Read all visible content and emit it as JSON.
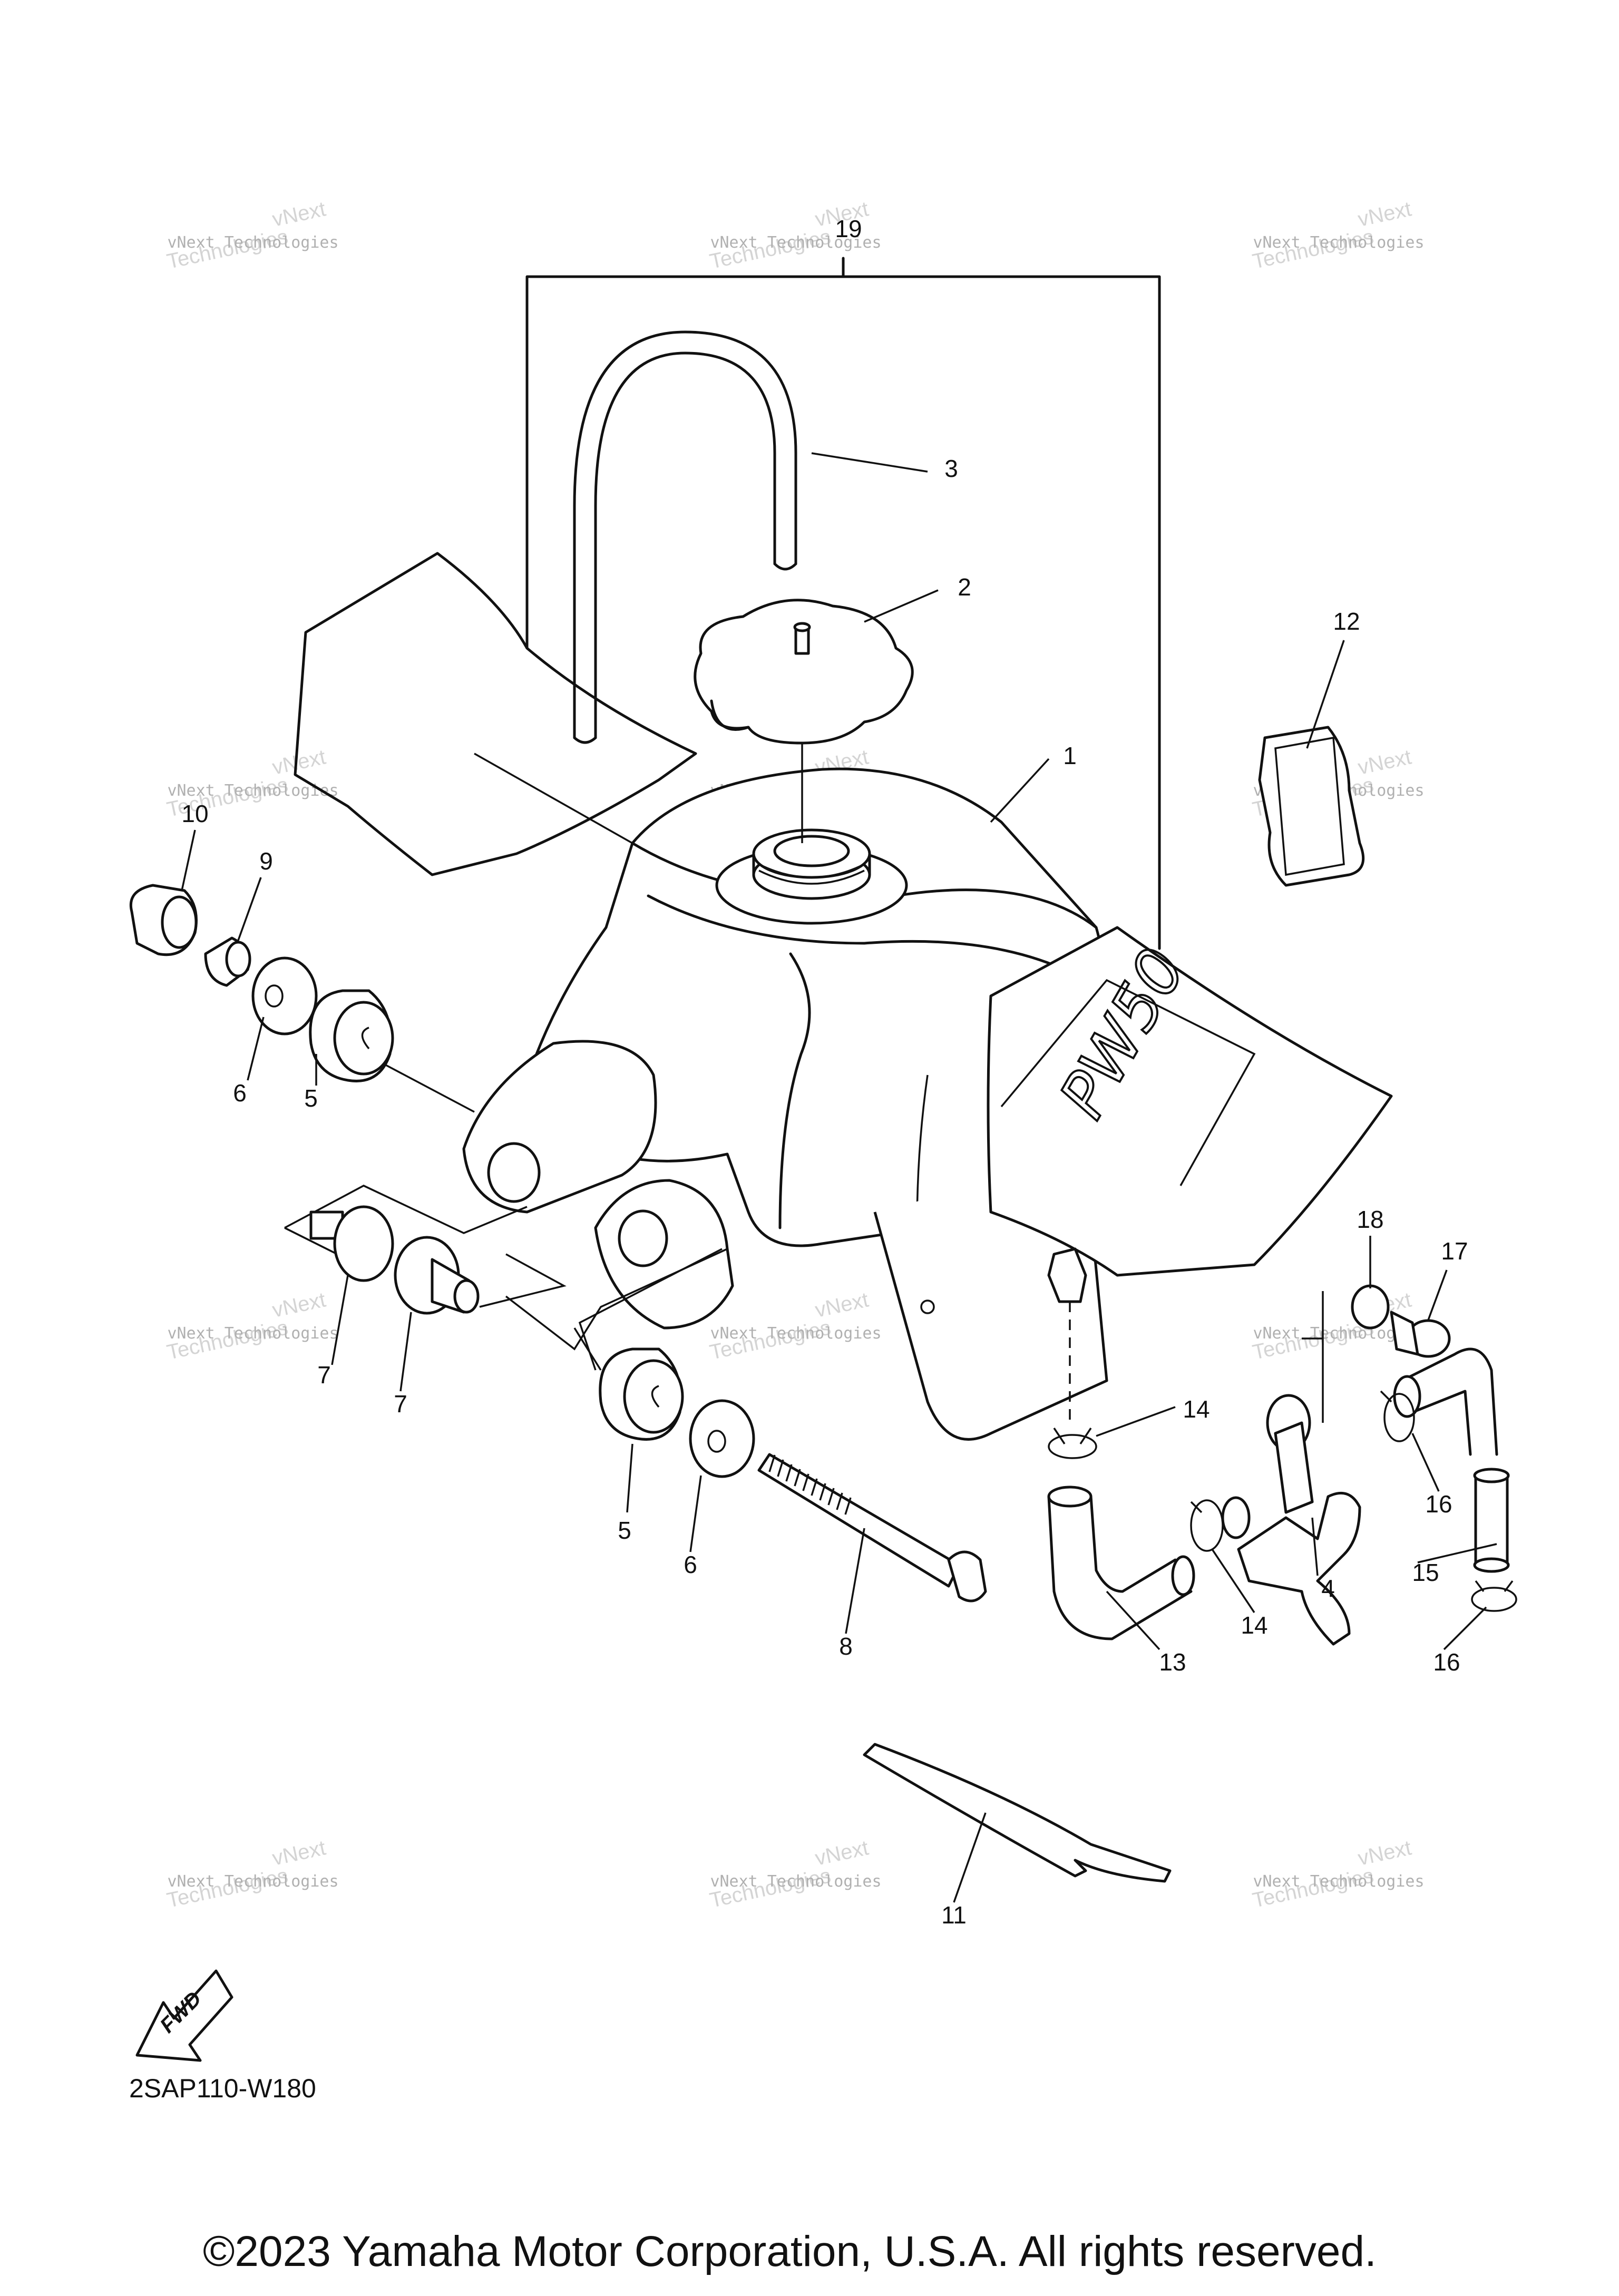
{
  "diagram": {
    "callouts": [
      {
        "id": "c1",
        "text": "1"
      },
      {
        "id": "c2",
        "text": "2"
      },
      {
        "id": "c3",
        "text": "3"
      },
      {
        "id": "c4",
        "text": "4"
      },
      {
        "id": "c5a",
        "text": "5"
      },
      {
        "id": "c5b",
        "text": "5"
      },
      {
        "id": "c6a",
        "text": "6"
      },
      {
        "id": "c6b",
        "text": "6"
      },
      {
        "id": "c7a",
        "text": "7"
      },
      {
        "id": "c7b",
        "text": "7"
      },
      {
        "id": "c8",
        "text": "8"
      },
      {
        "id": "c9",
        "text": "9"
      },
      {
        "id": "c10",
        "text": "10"
      },
      {
        "id": "c11",
        "text": "11"
      },
      {
        "id": "c12",
        "text": "12"
      },
      {
        "id": "c13",
        "text": "13"
      },
      {
        "id": "c14a",
        "text": "14"
      },
      {
        "id": "c14b",
        "text": "14"
      },
      {
        "id": "c15",
        "text": "15"
      },
      {
        "id": "c16a",
        "text": "16"
      },
      {
        "id": "c16b",
        "text": "16"
      },
      {
        "id": "c17",
        "text": "17"
      },
      {
        "id": "c18",
        "text": "18"
      },
      {
        "id": "c19",
        "text": "19"
      }
    ],
    "watermark": {
      "line1": "vNext Technologies",
      "line2": "vNext",
      "line3": "Technologies"
    },
    "fwd_label": "FWD",
    "diagram_code": "2SAP110-W180",
    "decal_text": "PW50",
    "copyright": "©2023 Yamaha Motor Corporation, U.S.A. All rights reserved."
  }
}
